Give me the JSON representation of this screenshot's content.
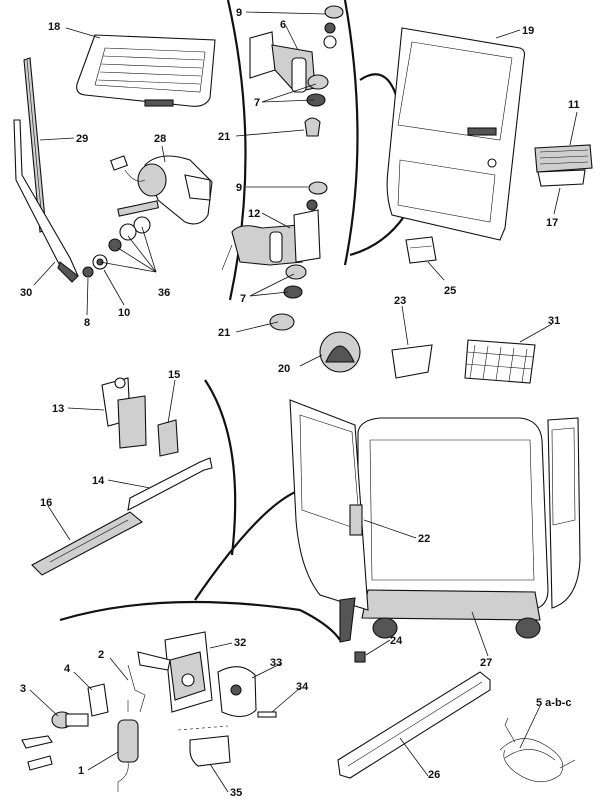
{
  "diagram": {
    "type": "exploded parts diagram",
    "callouts": {
      "c1": "1",
      "c2": "2",
      "c3": "3",
      "c4": "4",
      "c5": "5 a-b-c",
      "c6": "6",
      "c7a": "7",
      "c7b": "7",
      "c8": "8",
      "c9a": "9",
      "c9b": "9",
      "c10": "10",
      "c11": "11",
      "c12": "12",
      "c13": "13",
      "c14": "14",
      "c15": "15",
      "c16": "16",
      "c17": "17",
      "c18": "18",
      "c19": "19",
      "c20": "20",
      "c21a": "21",
      "c21b": "21",
      "c22": "22",
      "c23": "23",
      "c24": "24",
      "c25": "25",
      "c26": "26",
      "c27": "27",
      "c28": "28",
      "c29": "29",
      "c30": "30",
      "c31": "31",
      "c32": "32",
      "c33": "33",
      "c34": "34",
      "c35": "35",
      "c36": "36"
    }
  }
}
